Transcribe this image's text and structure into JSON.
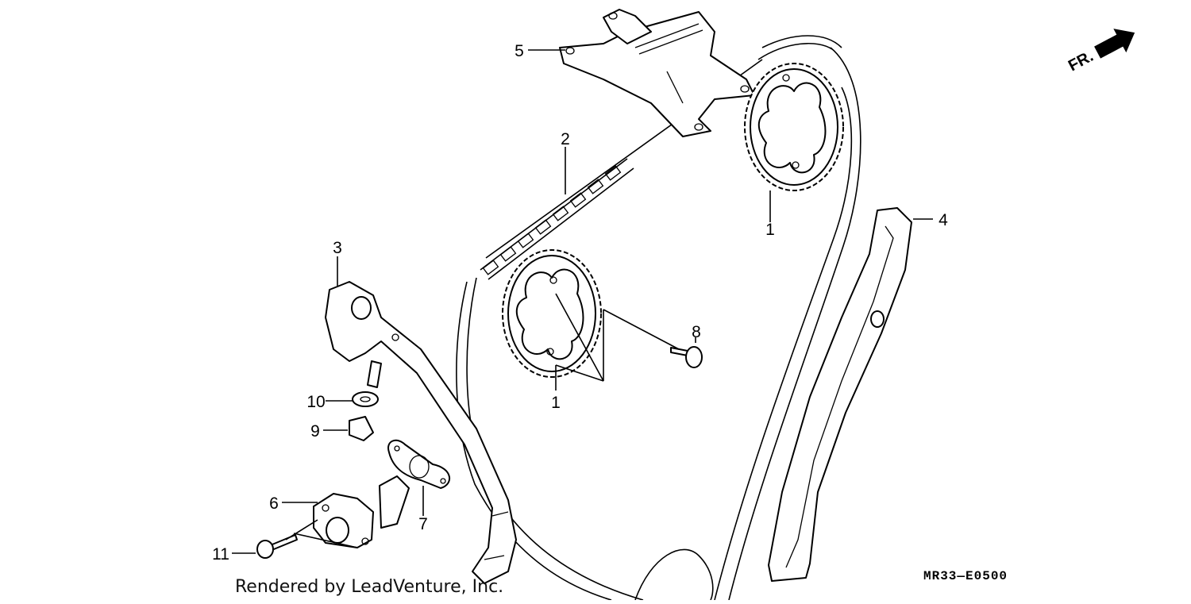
{
  "diagram": {
    "callouts": {
      "c1a": "1",
      "c1b": "1",
      "c2": "2",
      "c3": "3",
      "c4": "4",
      "c5": "5",
      "c6": "6",
      "c7": "7",
      "c8": "8",
      "c9": "9",
      "c10": "10",
      "c11": "11"
    },
    "direction_label": "FR.",
    "diagram_code": "MR33—E0500",
    "render_credit": "Rendered by LeadVenture, Inc."
  }
}
